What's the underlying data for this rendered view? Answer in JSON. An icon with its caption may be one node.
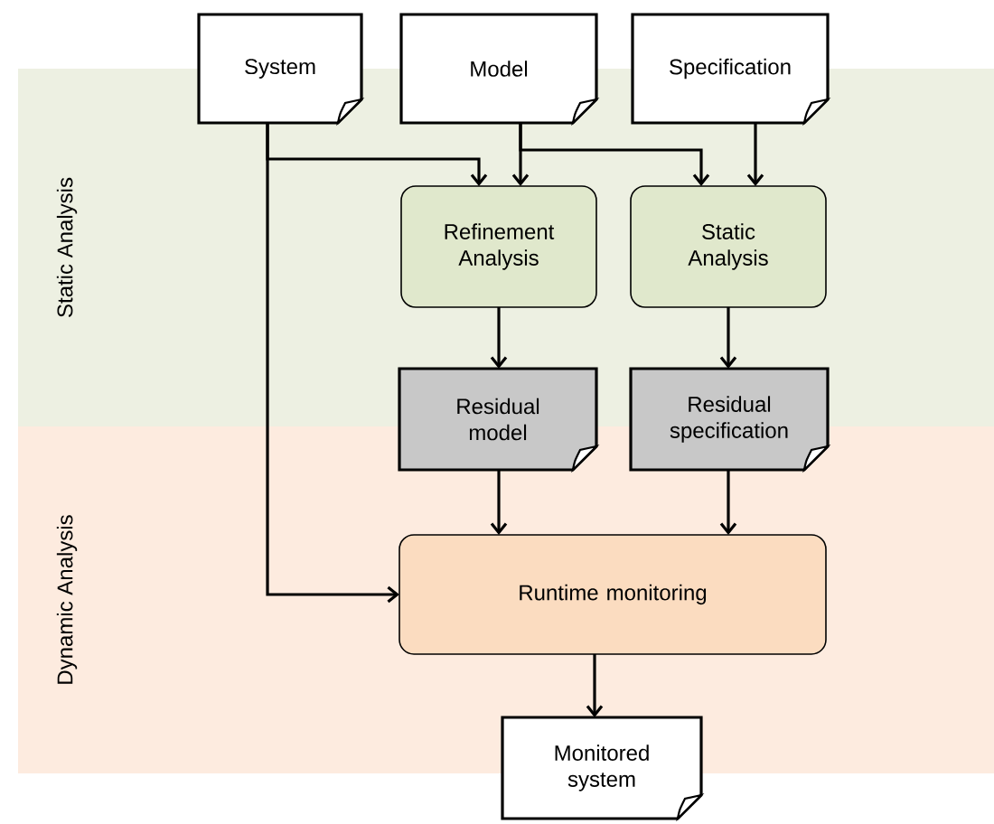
{
  "diagram": {
    "nodes": [
      {
        "text": [
          "Static Analysis"
        ]
      },
      {
        "text": [
          "Dynamic Analysis"
        ]
      },
      {
        "text": [
          "System"
        ]
      },
      {
        "text": [
          "Model"
        ]
      },
      {
        "text": [
          "Specification"
        ]
      },
      {
        "text": [
          "Refinement Analysis"
        ],
        "in": 0
      },
      {
        "text": [
          "Static Analysis"
        ],
        "in": 0
      },
      {
        "text": [
          "Residual model"
        ]
      },
      {
        "text": [
          "Residual specification"
        ]
      },
      {
        "text": [
          "Runtime monitoring"
        ],
        "in": 1
      },
      {
        "text": [
          "Monitored system"
        ]
      }
    ],
    "edges": [
      {
        "from": 2,
        "to": 5,
        "arrow": "to"
      },
      {
        "from": 2,
        "to": 9,
        "arrow": "to"
      },
      {
        "from": 3,
        "to": 5,
        "arrow": "to"
      },
      {
        "from": 3,
        "to": 6,
        "arrow": "to"
      },
      {
        "from": 4,
        "to": 6,
        "arrow": "to"
      },
      {
        "from": 5,
        "to": 7,
        "arrow": "to"
      },
      {
        "from": 6,
        "to": 8,
        "arrow": "to"
      },
      {
        "from": 7,
        "to": 9,
        "arrow": "to"
      },
      {
        "from": 8,
        "to": 9,
        "arrow": "to"
      },
      {
        "from": 9,
        "to": 10,
        "arrow": "to"
      }
    ]
  }
}
